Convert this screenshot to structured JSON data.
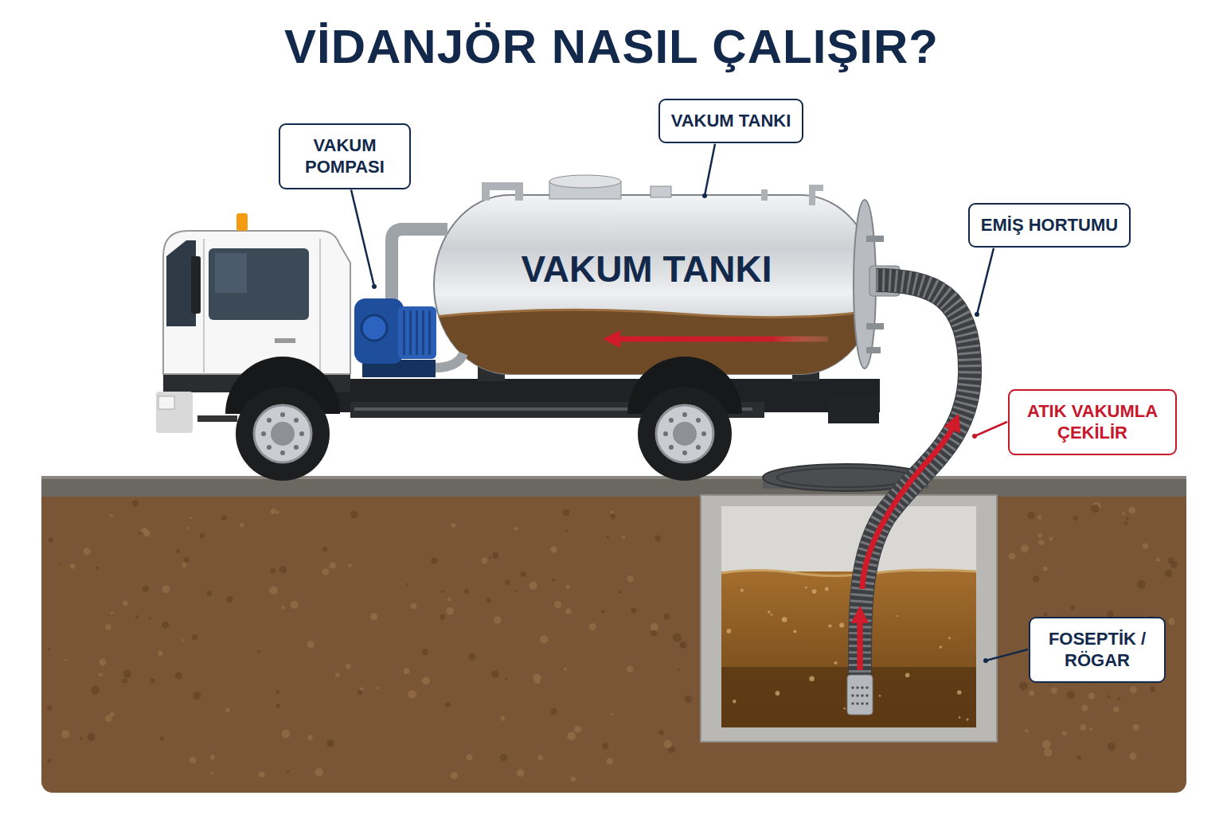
{
  "diagram": {
    "title": "VİDANJÖR NASIL ÇALIŞIR?",
    "nodes": [
      {
        "text": [
          "VAKUM POMPASI"
        ]
      },
      {
        "text": [
          "VAKUM TANKI"
        ]
      },
      {
        "text": [
          "EMİŞ HORTUMU"
        ]
      },
      {
        "text": [
          "ATIK VAKUMLA ÇEKİLİR"
        ]
      },
      {
        "text": [
          "FOSEPTİK / RÖGAR"
        ]
      }
    ],
    "labels": [
      "VAKUM TANKI"
    ]
  }
}
